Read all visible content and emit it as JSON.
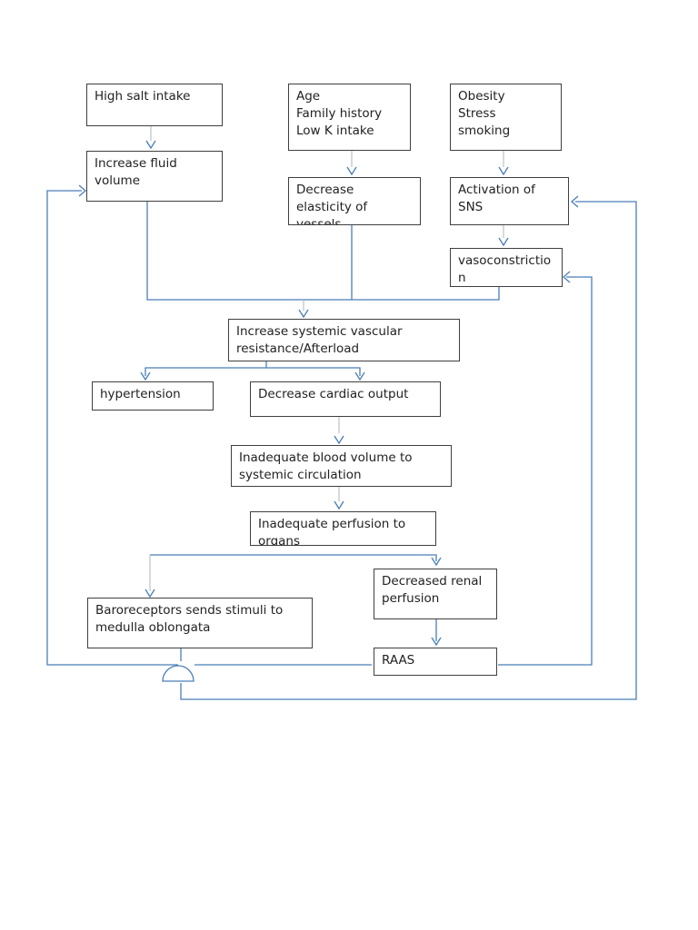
{
  "nodes": {
    "high_salt": {
      "lines": [
        "High salt intake"
      ]
    },
    "risk_age": {
      "lines": [
        "Age",
        "Family history",
        "Low K intake"
      ]
    },
    "risk_obesity": {
      "lines": [
        "Obesity",
        "Stress",
        "smoking"
      ]
    },
    "fluid_volume": {
      "lines": [
        "Increase fluid",
        "volume"
      ]
    },
    "elasticity": {
      "lines": [
        "Decrease",
        "elasticity of",
        "vessels"
      ]
    },
    "sns": {
      "lines": [
        "Activation of",
        "SNS"
      ]
    },
    "vasoconstriction": {
      "lines": [
        "vasoconstrictio",
        "n"
      ]
    },
    "svr": {
      "lines": [
        "Increase systemic vascular",
        "resistance/Afterload"
      ]
    },
    "hypertension": {
      "lines": [
        "hypertension"
      ]
    },
    "cardiac_output": {
      "lines": [
        "Decrease cardiac output"
      ]
    },
    "blood_volume": {
      "lines": [
        "Inadequate blood volume to",
        "systemic circulation"
      ]
    },
    "perfusion": {
      "lines": [
        "Inadequate perfusion to",
        "organs"
      ]
    },
    "baroreceptors": {
      "lines": [
        "Baroreceptors sends stimuli to",
        "medulla oblongata"
      ]
    },
    "renal": {
      "lines": [
        "Decreased renal",
        "perfusion"
      ]
    },
    "raas": {
      "lines": [
        "RAAS"
      ]
    }
  },
  "colors": {
    "connector": "#4a7eb8",
    "border": "#3f3f3f",
    "text": "#222222"
  }
}
